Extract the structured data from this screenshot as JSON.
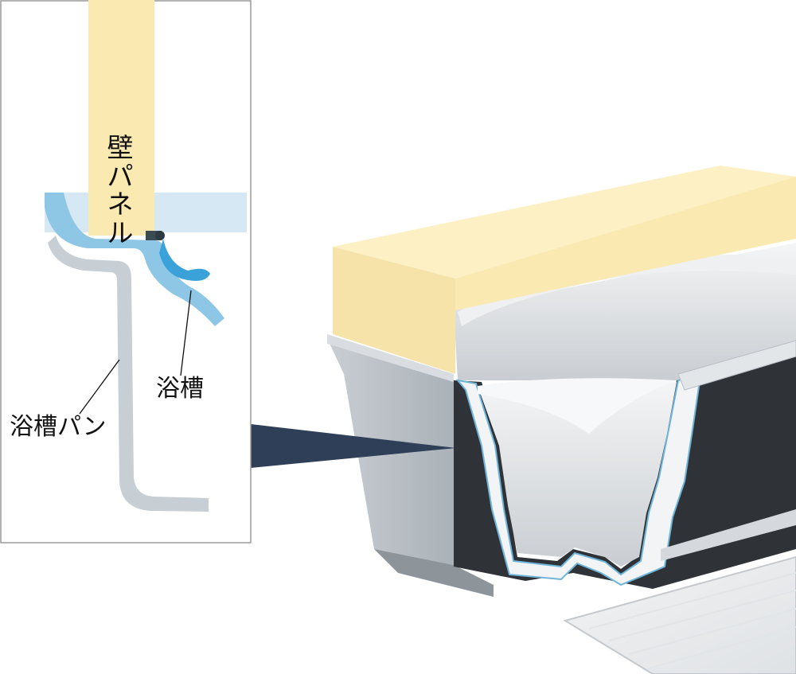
{
  "labels": {
    "wall_panel": "壁パネル",
    "bathtub": "浴槽",
    "bathtub_pan": "浴槽パン"
  },
  "colors": {
    "wall_panel": "#fbe9b2",
    "water_light": "#cfe4ef",
    "water_mid": "#8ec7e6",
    "water_drop": "#3aa2d8",
    "pan": "#c7ced4",
    "tub_shell": "#2f3236",
    "tub_inner": "#e4e6e8",
    "callout": "#2f3f58"
  }
}
